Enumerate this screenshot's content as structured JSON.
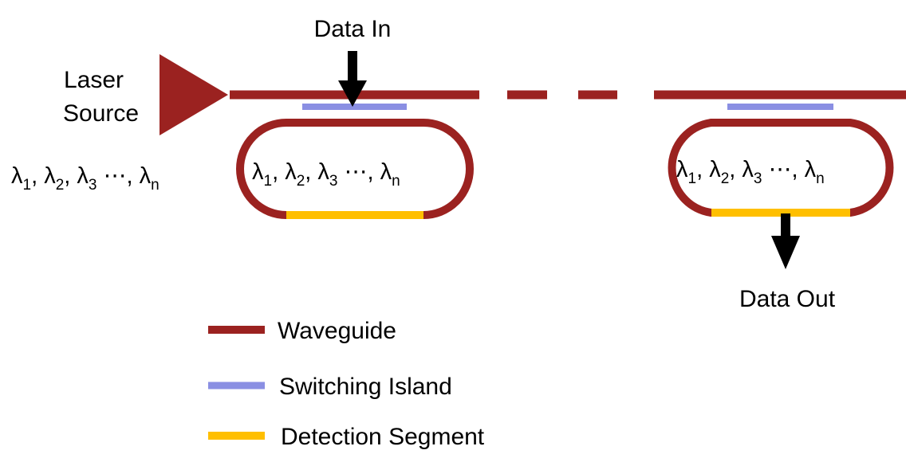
{
  "labels": {
    "data_in": "Data In",
    "laser_line1": "Laser",
    "laser_line2": "Source",
    "data_out": "Data Out"
  },
  "wavelengths": {
    "symbol": "λ",
    "subscripts": [
      "1",
      "2",
      "3",
      "n"
    ],
    "ellipsis": "⋯"
  },
  "legend": [
    {
      "label": "Waveguide",
      "color": "#9B2220"
    },
    {
      "label": "Switching Island",
      "color": "#8A8FE3"
    },
    {
      "label": "Detection Segment",
      "color": "#FFBF00"
    }
  ],
  "colors": {
    "waveguide": "#9B2220",
    "switching_island": "#8A8FE3",
    "detection_segment": "#FFBF00",
    "arrow": "#000000"
  }
}
